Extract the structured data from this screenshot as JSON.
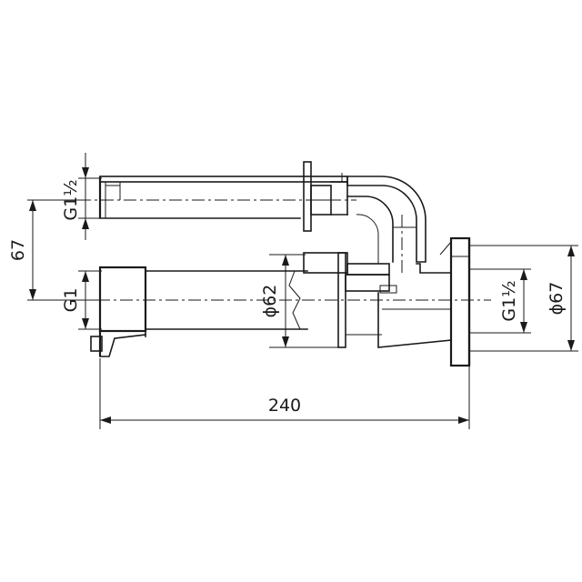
{
  "drawing": {
    "dimensions": {
      "thread_top": "G1½",
      "offset_height": "67",
      "thread_bottom": "G1",
      "diameter_inner": "ϕ62",
      "thread_right": "G1½",
      "diameter_outer": "ϕ67",
      "overall_length": "240"
    }
  }
}
